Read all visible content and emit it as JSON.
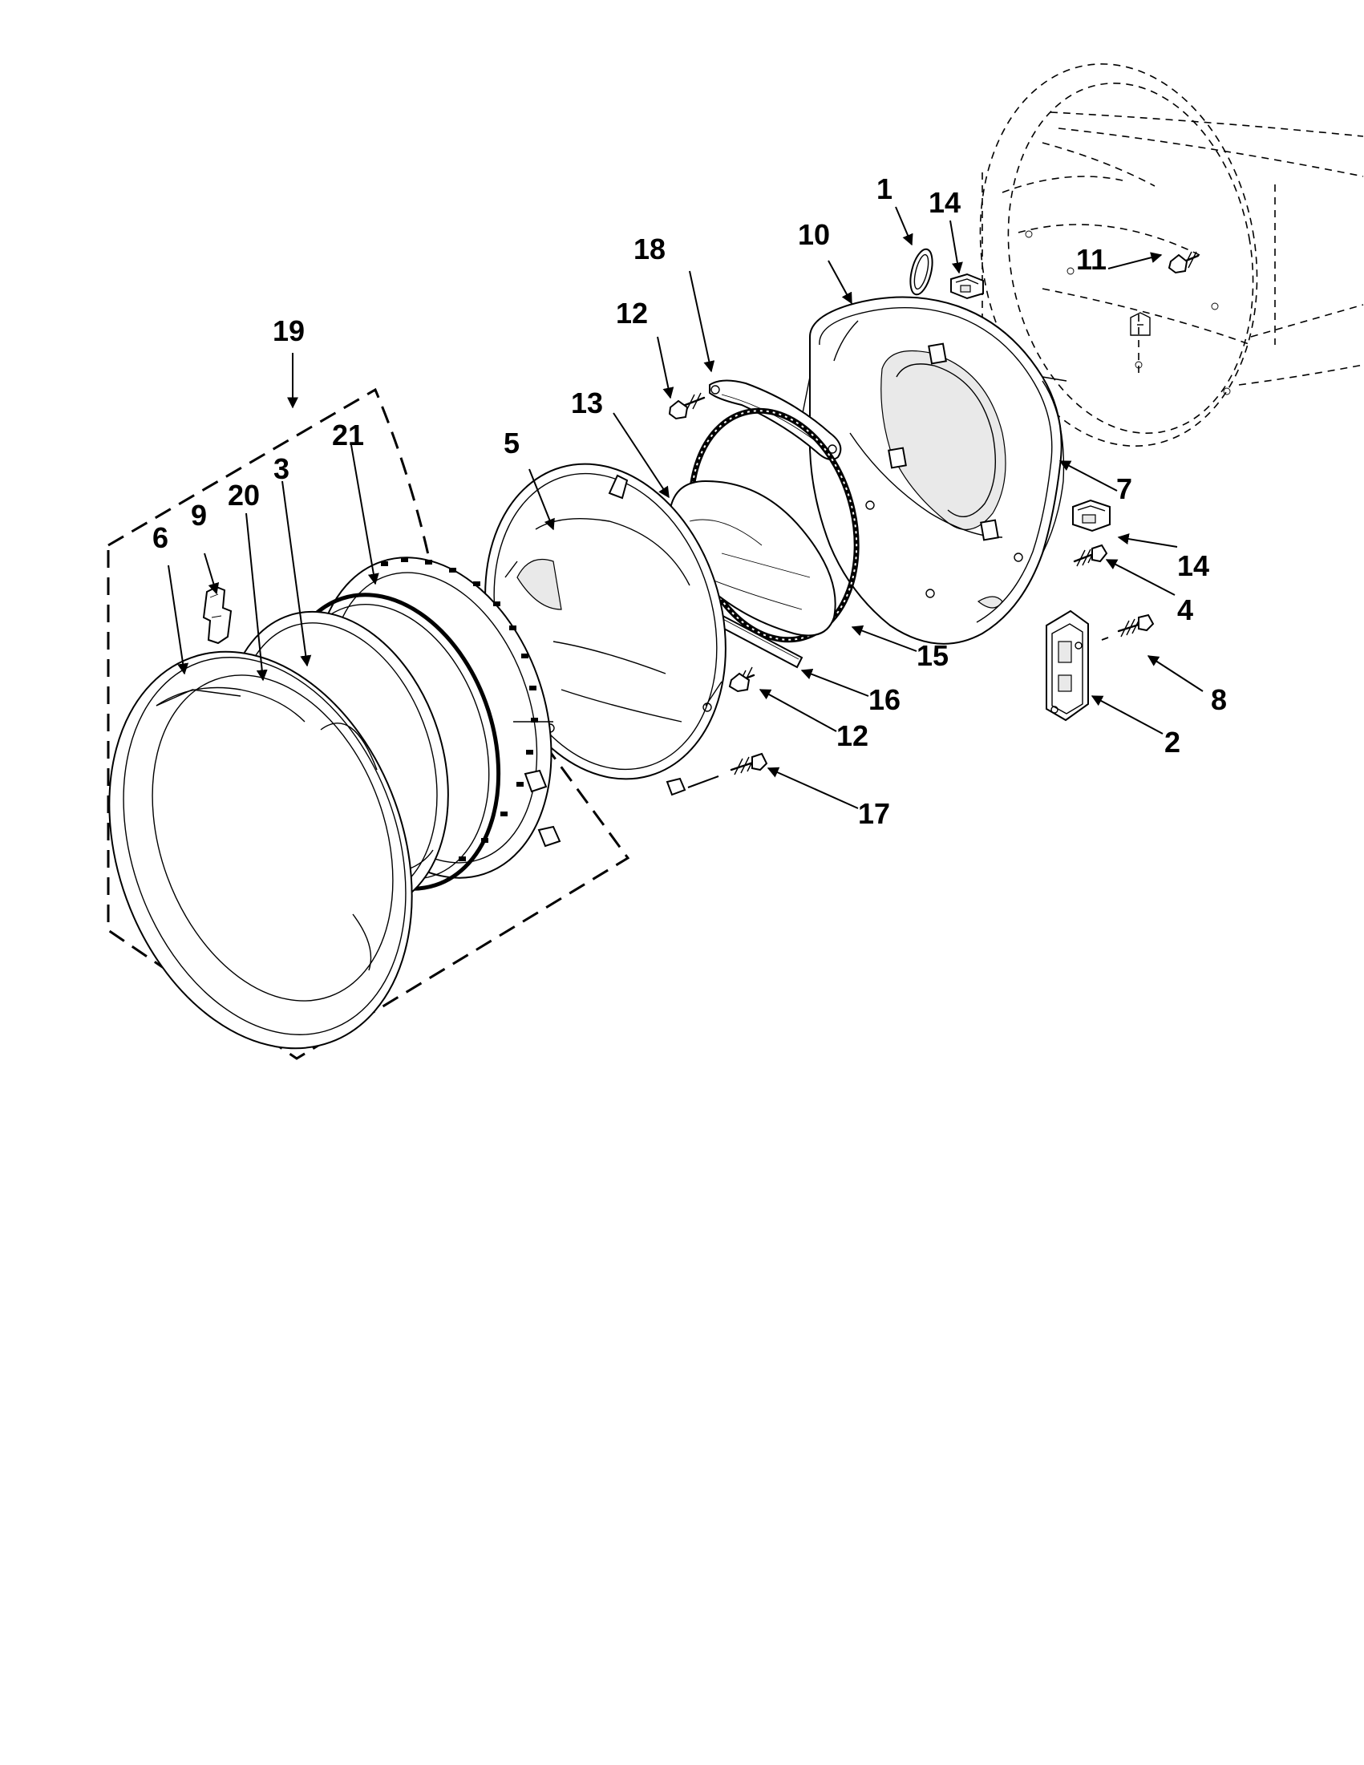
{
  "diagram": {
    "callouts": {
      "c1": "1",
      "c2": "2",
      "c3": "3",
      "c4": "4",
      "c5": "5",
      "c6": "6",
      "c7": "7",
      "c8": "8",
      "c9": "9",
      "c10": "10",
      "c11": "11",
      "c12a": "12",
      "c12b": "12",
      "c13": "13",
      "c14a": "14",
      "c14b": "14",
      "c15": "15",
      "c16": "16",
      "c17": "17",
      "c18": "18",
      "c19": "19",
      "c20": "20",
      "c21": "21"
    }
  }
}
